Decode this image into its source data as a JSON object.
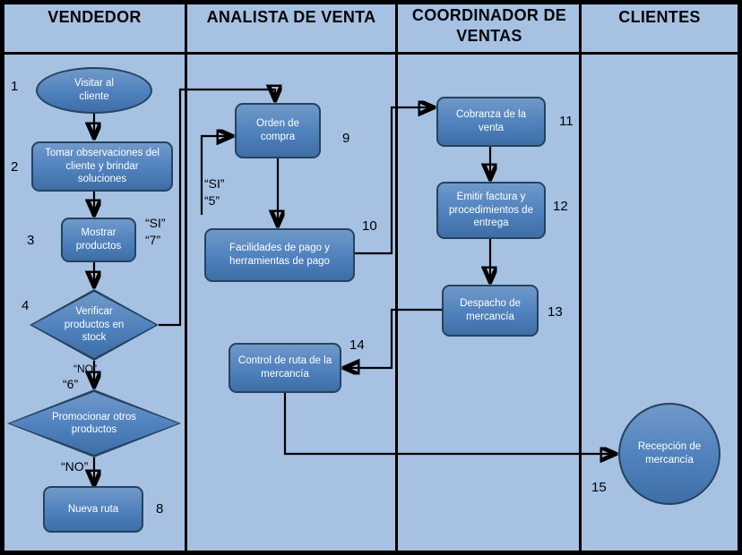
{
  "lanes": [
    {
      "label": "VENDEDOR"
    },
    {
      "label": "ANALISTA DE VENTA"
    },
    {
      "label": "COORDINADOR DE VENTAS"
    },
    {
      "label": "CLIENTES"
    }
  ],
  "nodes": {
    "visitar": {
      "number": "1",
      "label": "Visitar al cliente"
    },
    "observaciones": {
      "number": "2",
      "label": "Tomar observaciones del cliente y brindar soluciones"
    },
    "mostrar": {
      "number": "3",
      "label": "Mostrar productos"
    },
    "verificar": {
      "number": "4",
      "label": "Verificar productos en  stock"
    },
    "promocionar": {
      "label": "Promocionar otros productos"
    },
    "nueva_ruta": {
      "number": "8",
      "label": "Nueva ruta"
    },
    "orden": {
      "number": "9",
      "label": "Orden de compra"
    },
    "facilidades": {
      "number": "10",
      "label": "Facilidades de pago y herramientas de pago"
    },
    "control_ruta": {
      "number": "14",
      "label": "Control de ruta de la mercancía"
    },
    "cobranza": {
      "number": "11",
      "label": "Cobranza de la venta"
    },
    "factura": {
      "number": "12",
      "label": "Emitir factura  y procedimientos de entrega"
    },
    "despacho": {
      "number": "13",
      "label": "Despacho de mercancía"
    },
    "recepcion": {
      "number": "15",
      "label": "Recepción de mercancía"
    }
  },
  "annotations": {
    "si7_line1": "“SI”",
    "si7_line2": "“7”",
    "si5_line1": "“SI”",
    "si5_line2": "“5”",
    "no6_line1": "“NO”",
    "no6_line2": "“6”",
    "no_final": "“NO”"
  },
  "colors": {
    "background": "#a6c1e2",
    "node_fill": "#4f81bd",
    "node_border": "#24435f",
    "line": "#000000"
  }
}
